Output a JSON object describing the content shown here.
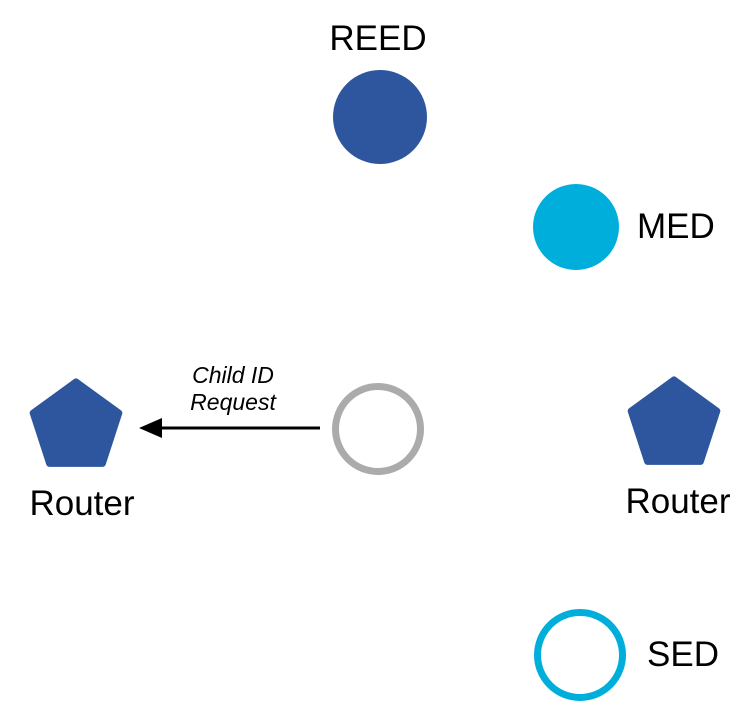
{
  "diagram": {
    "type": "thread-network-topology",
    "nodes": {
      "reed": {
        "label": "REED",
        "shape": "circle",
        "style": "filled",
        "color": "#2D569E"
      },
      "med": {
        "label": "MED",
        "shape": "circle",
        "style": "filled",
        "color": "#00AEDC"
      },
      "joiner": {
        "label": "",
        "shape": "circle",
        "style": "outline",
        "color": "#ABABAB"
      },
      "router_left": {
        "label": "Router",
        "shape": "pentagon",
        "style": "filled",
        "color": "#2D569E"
      },
      "router_right": {
        "label": "Router",
        "shape": "pentagon",
        "style": "filled",
        "color": "#2D569E"
      },
      "sed": {
        "label": "SED",
        "shape": "circle",
        "style": "outline",
        "color": "#00AEDC"
      }
    },
    "message": {
      "line1": "Child ID",
      "line2": "Request",
      "from": "joiner",
      "to": "router_left"
    }
  },
  "colors": {
    "node_blue": "#2D569E",
    "node_cyan": "#00AEDC",
    "node_gray": "#ABABAB",
    "arrow": "#000000",
    "text": "#000000",
    "background": "#FFFFFF"
  }
}
